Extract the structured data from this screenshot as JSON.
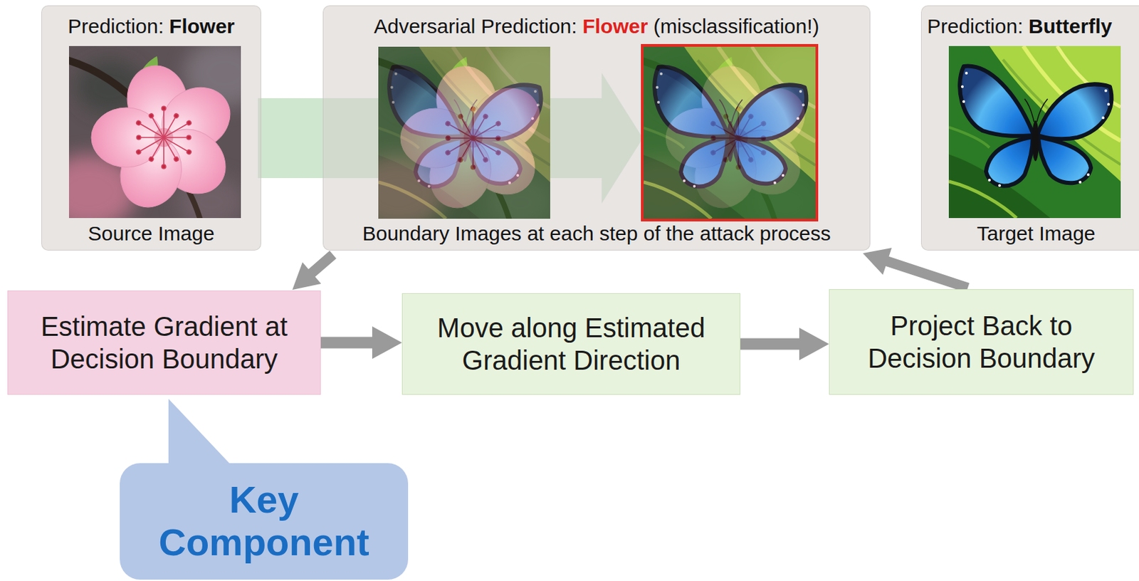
{
  "diagram": {
    "nodes": [
      {
        "text": [
          "Prediction:",
          "Flower",
          "Source Image"
        ]
      },
      {
        "text": [
          "Adversarial Prediction:",
          "Flower",
          "(misclassification!)",
          "Boundary Images at each step of the attack process"
        ]
      },
      {
        "text": [
          "Prediction:",
          "Butterfly",
          "Target Image"
        ]
      },
      {
        "text": [
          "Estimate Gradient at Decision Boundary"
        ]
      },
      {
        "text": [
          "Move along Estimated Gradient Direction"
        ]
      },
      {
        "text": [
          "Project Back to Decision Boundary"
        ]
      },
      {
        "text": [
          "Key Component"
        ]
      }
    ],
    "edges": [
      {
        "from": 0,
        "to": 1,
        "arrow": "to"
      },
      {
        "from": 1,
        "to": 3,
        "arrow": "to"
      },
      {
        "from": 3,
        "to": 4,
        "arrow": "to"
      },
      {
        "from": 4,
        "to": 5,
        "arrow": "to"
      },
      {
        "from": 5,
        "to": 1,
        "arrow": "to"
      }
    ]
  }
}
